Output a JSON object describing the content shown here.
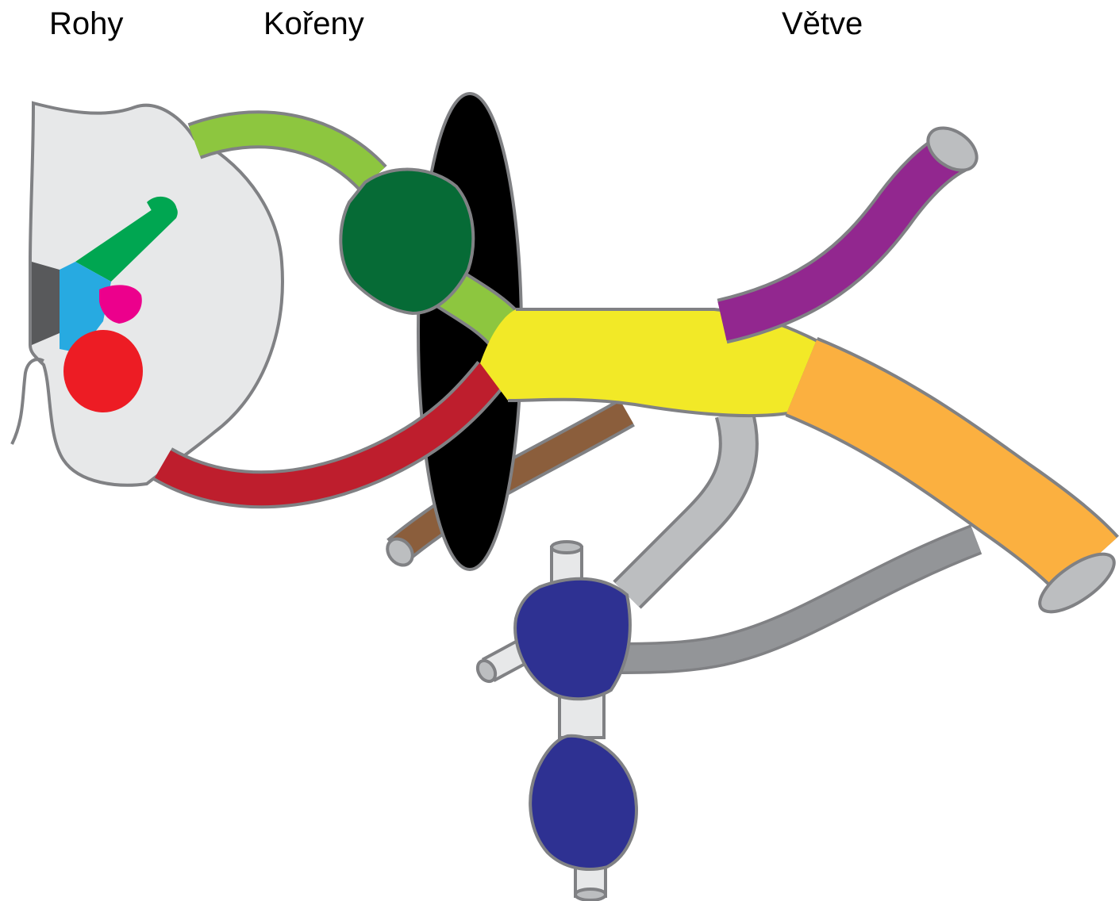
{
  "labels": {
    "horns": "Rohy",
    "roots": "Kořeny",
    "branches": "Větve"
  },
  "colors": {
    "spinal_cord": "#e7e8e9",
    "outline": "#808184",
    "dorsal_horn": "#00a651",
    "lateral_horn": "#ec008c",
    "ventral_horn": "#ed1c24",
    "intermediate_zone": "#27aae1",
    "dorsal_root": "#8dc63f",
    "spinal_ganglion": "#066b36",
    "ventral_root": "#be1e2d",
    "spinal_nerve": "#f2e927",
    "dorsal_branch": "#92278f",
    "ventral_branch": "#fbb040",
    "meningeal_branch": "#8b5e3c",
    "sympathetic_ganglion": "#2e3192",
    "communicating_branch": "#bcbec0",
    "vertebral_foramen": "#000000"
  }
}
